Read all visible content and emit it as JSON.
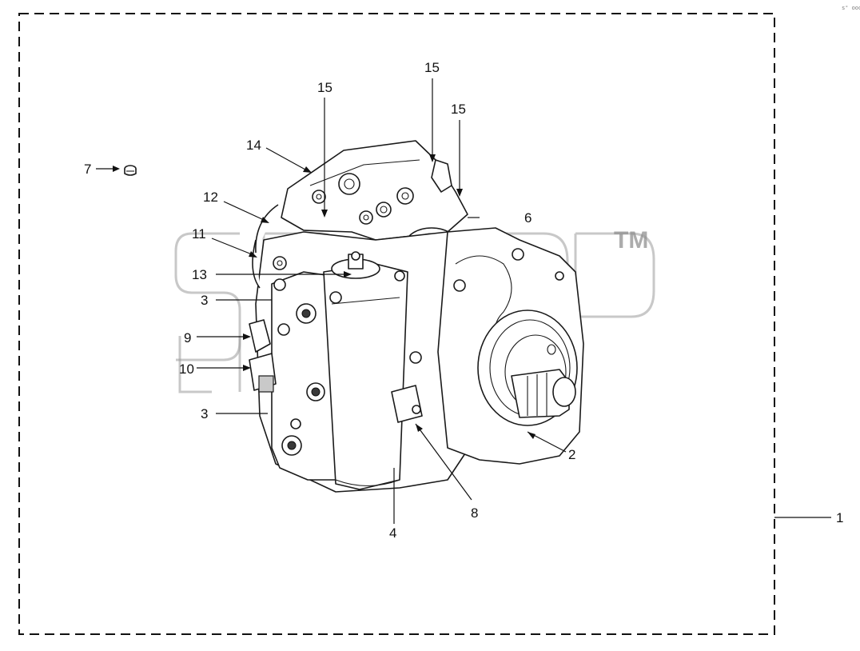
{
  "corner_mark": "s° ooo",
  "watermark": {
    "text": "SPAP",
    "trademark": "TM"
  },
  "callouts": [
    {
      "id": "c1",
      "label": "1"
    },
    {
      "id": "c2",
      "label": "2"
    },
    {
      "id": "c3a",
      "label": "3"
    },
    {
      "id": "c3b",
      "label": "3"
    },
    {
      "id": "c4",
      "label": "4"
    },
    {
      "id": "c6",
      "label": "6"
    },
    {
      "id": "c7",
      "label": "7"
    },
    {
      "id": "c8",
      "label": "8"
    },
    {
      "id": "c9",
      "label": "9"
    },
    {
      "id": "c10",
      "label": "10"
    },
    {
      "id": "c11",
      "label": "11"
    },
    {
      "id": "c12",
      "label": "12"
    },
    {
      "id": "c13",
      "label": "13"
    },
    {
      "id": "c14",
      "label": "14"
    },
    {
      "id": "c15a",
      "label": "15"
    },
    {
      "id": "c15b",
      "label": "15"
    },
    {
      "id": "c15c",
      "label": "15"
    }
  ]
}
